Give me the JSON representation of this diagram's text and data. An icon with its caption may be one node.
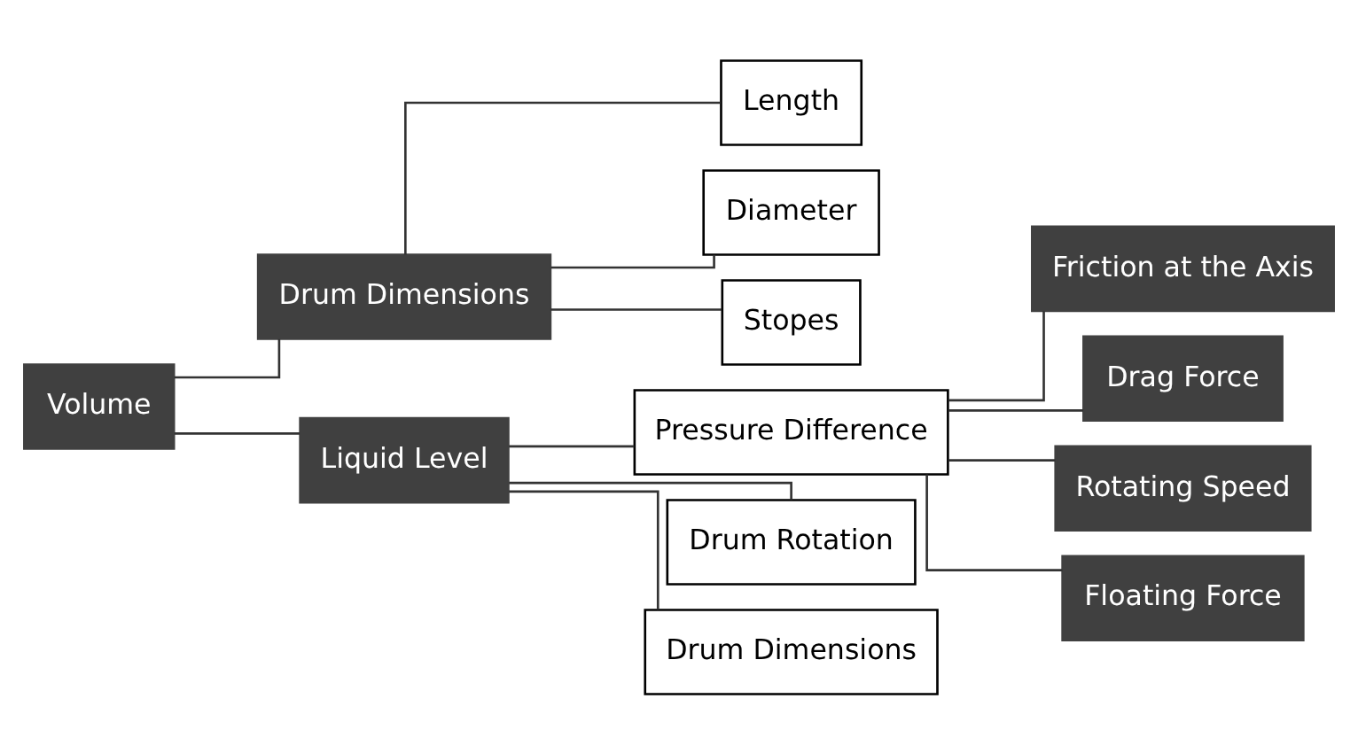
{
  "diagram": {
    "nodes": [
      {
        "text": [
          "Volume"
        ]
      },
      {
        "text": [
          "Drum Dimensions"
        ]
      },
      {
        "text": [
          "Liquid Level"
        ]
      },
      {
        "text": [
          "Length"
        ]
      },
      {
        "text": [
          "Diameter"
        ]
      },
      {
        "text": [
          "Stopes"
        ]
      },
      {
        "text": [
          "Pressure Difference"
        ]
      },
      {
        "text": [
          "Drum Rotation"
        ]
      },
      {
        "text": [
          "Drum Dimensions"
        ]
      },
      {
        "text": [
          "Friction at the Axis"
        ]
      },
      {
        "text": [
          "Drag Force"
        ]
      },
      {
        "text": [
          "Rotating Speed"
        ]
      },
      {
        "text": [
          "Floating Force"
        ]
      }
    ],
    "edges": [
      {
        "from": 0,
        "to": 1,
        "arrow": "none"
      },
      {
        "from": 0,
        "to": 2,
        "arrow": "none"
      },
      {
        "from": 1,
        "to": 3,
        "arrow": "none"
      },
      {
        "from": 1,
        "to": 4,
        "arrow": "none"
      },
      {
        "from": 1,
        "to": 5,
        "arrow": "none"
      },
      {
        "from": 2,
        "to": 6,
        "arrow": "none"
      },
      {
        "from": 2,
        "to": 7,
        "arrow": "none"
      },
      {
        "from": 2,
        "to": 8,
        "arrow": "none"
      },
      {
        "from": 6,
        "to": 9,
        "arrow": "none"
      },
      {
        "from": 6,
        "to": 10,
        "arrow": "none"
      },
      {
        "from": 6,
        "to": 11,
        "arrow": "none"
      },
      {
        "from": 6,
        "to": 12,
        "arrow": "none"
      }
    ]
  }
}
